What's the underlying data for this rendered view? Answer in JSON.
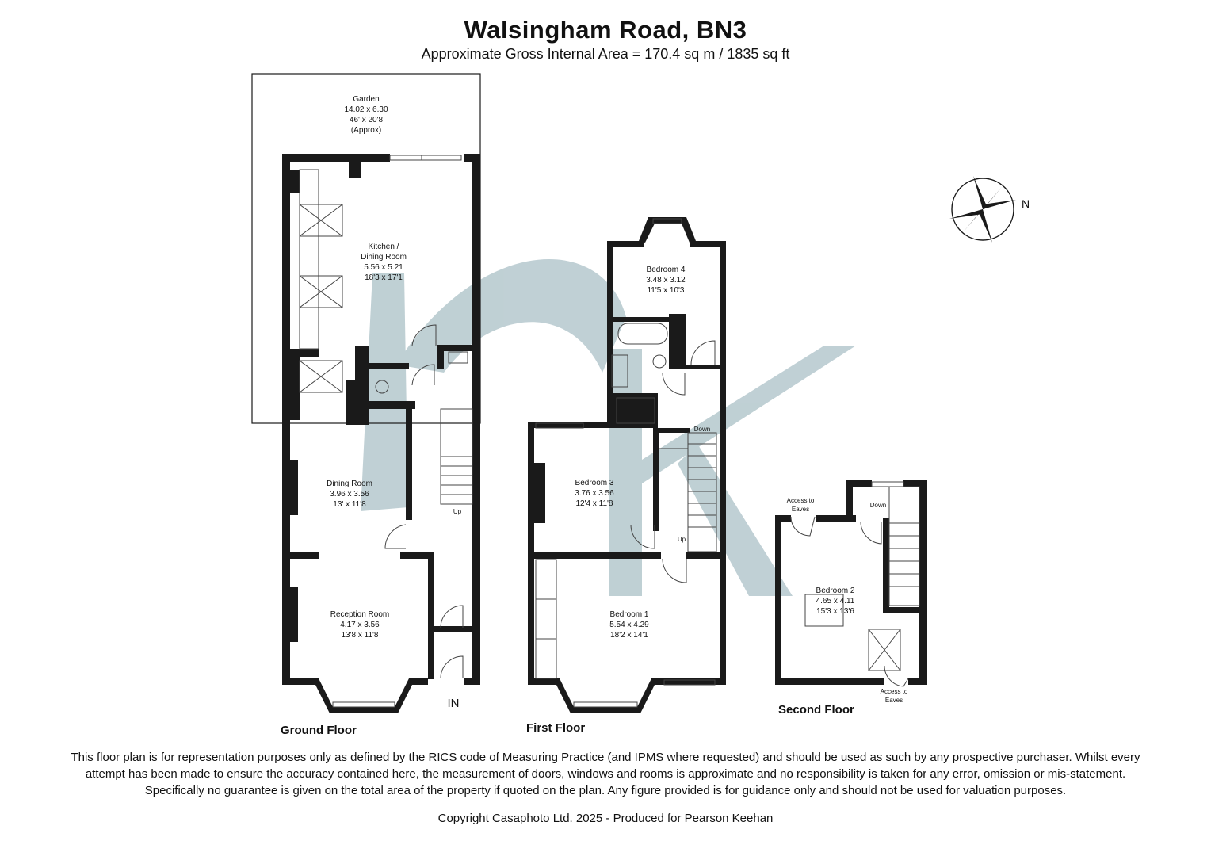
{
  "header": {
    "title": "Walsingham Road, BN3",
    "subtitle": "Approximate Gross Internal Area = 170.4 sq m / 1835 sq ft"
  },
  "ground_floor": {
    "label": "Ground Floor",
    "entrance": "IN",
    "stairs_label": "Up",
    "rooms": {
      "garden": {
        "name": "Garden",
        "metric": "14.02 x 6.30",
        "imperial": "46' x 20'8",
        "note": "(Approx)"
      },
      "kitchen": {
        "name_line1": "Kitchen /",
        "name_line2": "Dining Room",
        "metric": "5.56 x 5.21",
        "imperial": "18'3 x 17'1"
      },
      "dining": {
        "name": "Dining Room",
        "metric": "3.96 x 3.56",
        "imperial": "13' x 11'8"
      },
      "reception": {
        "name": "Reception Room",
        "metric": "4.17 x 3.56",
        "imperial": "13'8 x 11'8"
      }
    }
  },
  "first_floor": {
    "label": "First Floor",
    "stairs_down": "Down",
    "stairs_up": "Up",
    "rooms": {
      "bedroom4": {
        "name": "Bedroom 4",
        "metric": "3.48 x 3.12",
        "imperial": "11'5 x 10'3"
      },
      "bedroom3": {
        "name": "Bedroom 3",
        "metric": "3.76 x 3.56",
        "imperial": "12'4 x 11'8"
      },
      "bedroom1": {
        "name": "Bedroom 1",
        "metric": "5.54 x 4.29",
        "imperial": "18'2 x 14'1"
      }
    }
  },
  "second_floor": {
    "label": "Second Floor",
    "stairs_down": "Down",
    "eaves_line1": "Access to",
    "eaves_line2": "Eaves",
    "rooms": {
      "bedroom2": {
        "name": "Bedroom 2",
        "metric": "4.65 x 4.11",
        "imperial": "15'3 x 13'6"
      }
    }
  },
  "compass": {
    "label": "N"
  },
  "footer": {
    "disclaimer": "This floor plan is for representation purposes only as defined by the RICS code of Measuring Practice (and IPMS where requested) and should be used as such by any prospective purchaser. Whilst every attempt has been made to ensure the accuracy contained here, the measurement of doors, windows and rooms is approximate and no responsibility is taken for any error, omission or mis-statement. Specifically no guarantee is given on the total area of the property if quoted on the plan. Any figure provided is for guidance only and should not be used for valuation purposes.",
    "copyright": "Copyright Casaphoto Ltd. 2025 - Produced for Pearson Keehan"
  },
  "colors": {
    "walls": "#1a1a1a",
    "watermark": "#b9cbd0",
    "background": "#ffffff"
  },
  "watermark": {
    "type": "logo"
  }
}
